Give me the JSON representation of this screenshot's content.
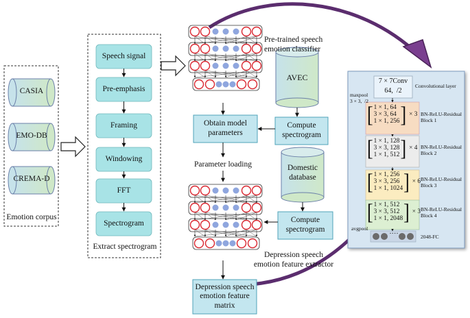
{
  "corpus": {
    "items": [
      "CASIA",
      "EMO-DB",
      "CREMA-D"
    ],
    "caption": "Emotion corpus"
  },
  "extract": {
    "steps": [
      "Speech signal",
      "Pre-emphasis",
      "Framing",
      "Windowing",
      "FFT",
      "Spectrogram"
    ],
    "caption": "Extract spectrogram"
  },
  "top_network": {
    "caption_line1": "Pre-trained speech",
    "caption_line2": "emotion classifier"
  },
  "avec": {
    "cylinder": "AVEC",
    "compute_line1": "Compute",
    "compute_line2": "spectrogram"
  },
  "obtain": {
    "line1": "Obtain model",
    "line2": "parameters"
  },
  "parameter_loading": "Parameter loading",
  "domestic": {
    "cylinder_line1": "Domestic",
    "cylinder_line2": "database",
    "compute_line1": "Compute",
    "compute_line2": "spectrogram"
  },
  "bottom_network": {
    "caption_line1": "Depression speech",
    "caption_line2": "emotion feature extractor"
  },
  "output_box": {
    "line1": "Depression speech",
    "line2": "emotion feature",
    "line3": "matrix"
  },
  "resnet": {
    "conv_line1": "7 × 7Conv",
    "conv_line2": "64,  /2",
    "conv_label": "Convolutional layer",
    "maxpool_line1": "maxpool",
    "maxpool_line2": "3 × 3,  /2",
    "blocks": [
      {
        "rows": [
          "1 × 1, 64",
          "3 × 3, 64",
          "1 × 1, 256"
        ],
        "mult": "× 3",
        "label1": "BN-ReLU-Residual",
        "label2": "Block 1"
      },
      {
        "rows": [
          "1 × 1, 128",
          "3 × 3, 128",
          "1 × 1, 512"
        ],
        "mult": "× 4",
        "label1": "BN-ReLU-Residual",
        "label2": "Block 2"
      },
      {
        "rows": [
          "1 × 1, 256",
          "3 × 3, 256",
          "1 × 1, 1024"
        ],
        "mult": "× 6",
        "label1": "BN-ReLU-Residual",
        "label2": "Block 3"
      },
      {
        "rows": [
          "1 × 1, 512",
          "3 × 3, 512",
          "1 × 1, 2048"
        ],
        "mult": "× 3",
        "label1": "BN-ReLU-Residual",
        "label2": "Block 4"
      }
    ],
    "avgpool": "avgpool",
    "fc_label": "2048-FC",
    "fc_dots": "····"
  },
  "colors": {
    "teal_box": "#c3e6ef",
    "teal_stroke": "#4fa3b9",
    "cyan_step": "#a8e3e6",
    "cylinder": "#c9e3cb",
    "cylinder_stroke": "#6a7fa8",
    "arrow_purple": "#5b2d6e",
    "resnet_panel": "#d7e6f2",
    "block1": "#f7dcc2",
    "block2": "#ececec",
    "block3": "#fbecc0",
    "block4": "#dcefd2",
    "neuron_red": "#d9262f",
    "neuron_blue": "#8fa6de"
  }
}
